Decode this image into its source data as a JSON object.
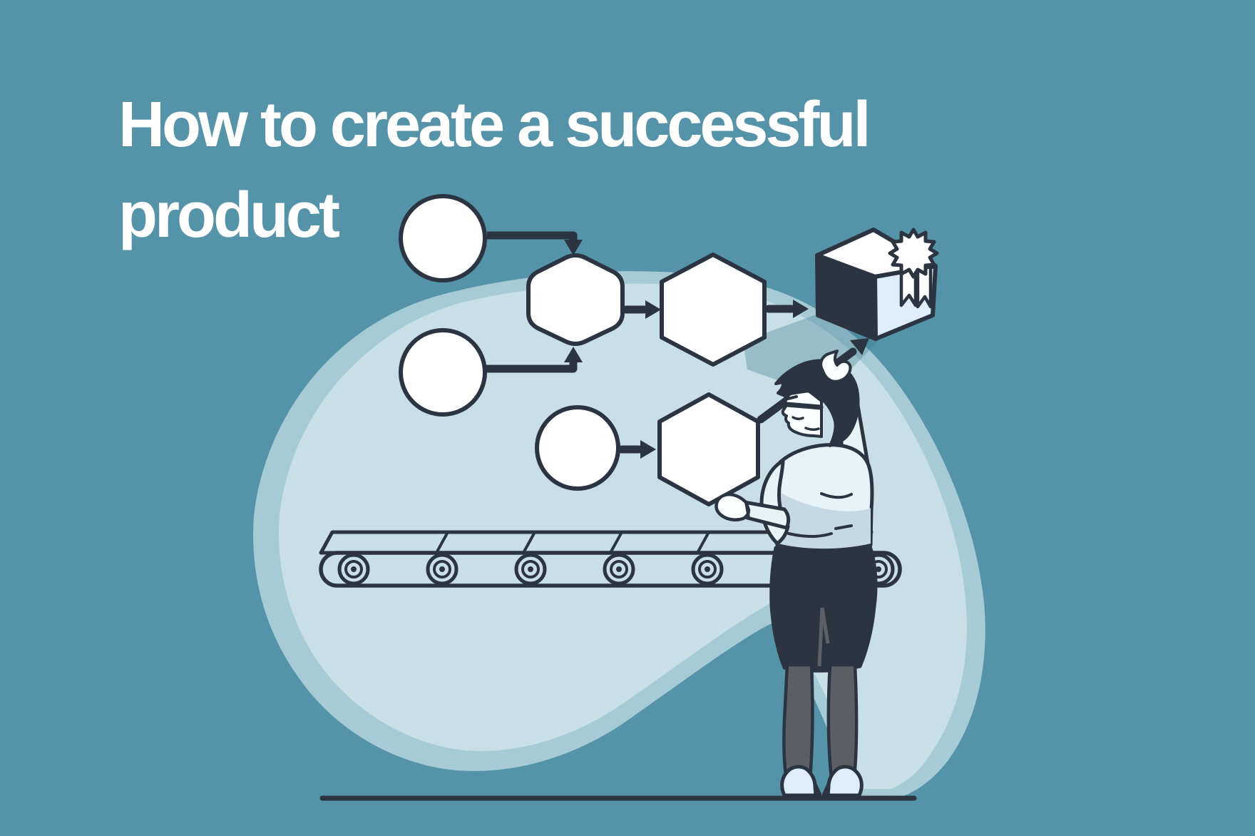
{
  "title": {
    "text": "How to create a successful product",
    "lines": [
      "How to create a successful",
      "product"
    ]
  },
  "palette": {
    "background_teal": "#5593a8",
    "blob_rim_blue": "#a6cbd6",
    "blob_fill_light": "#c8dfe6",
    "ink_outline": "#2b3440",
    "shape_white": "#ffffff",
    "box_side_light": "#ddeefa",
    "blouse_light": "#e8f3f8",
    "blouse_shade": "#c4d9e2",
    "tights_gray": "#5c6065",
    "shadow_teal": "#3f7d93",
    "title_white": "#ffffff"
  },
  "illustration": {
    "flow_circle_count": 3,
    "flow_hexagon_count": 3,
    "conveyor_roller_count": 6,
    "icons": [
      "flow-circle-icon",
      "flow-hexagon-icon",
      "arrow-icon",
      "gift-box-icon",
      "award-rosette-icon",
      "conveyor-belt-icon",
      "woman-figure"
    ]
  }
}
